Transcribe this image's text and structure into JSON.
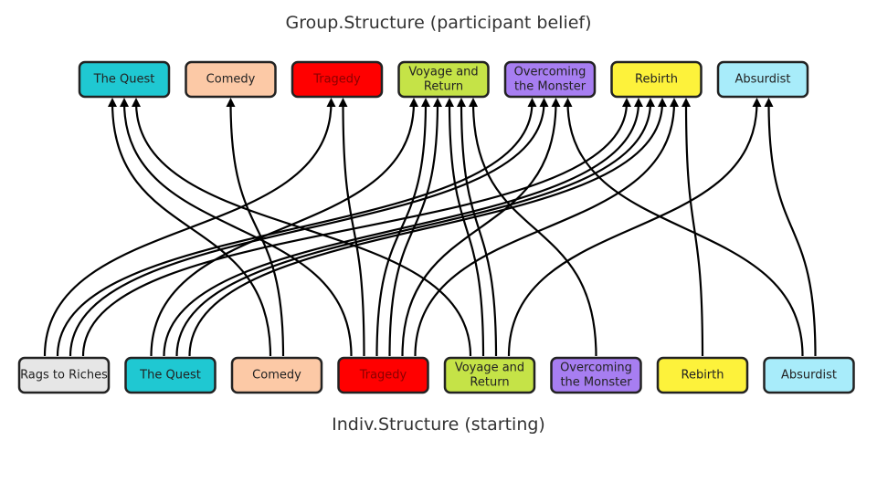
{
  "top_title": "Group.Structure (participant belief)",
  "bottom_title": "Indiv.Structure (starting)",
  "top_nodes": [
    {
      "id": "quest",
      "lines": [
        "The Quest"
      ],
      "fill": "#1fc8d2",
      "text_color": "#222222"
    },
    {
      "id": "comedy",
      "lines": [
        "Comedy"
      ],
      "fill": "#fcc9a6",
      "text_color": "#222222"
    },
    {
      "id": "tragedy",
      "lines": [
        "Tragedy"
      ],
      "fill": "#ff0000",
      "text_color": "#8b0000"
    },
    {
      "id": "voyage",
      "lines": [
        "Voyage and",
        "Return"
      ],
      "fill": "#c5e347",
      "text_color": "#222222"
    },
    {
      "id": "monster",
      "lines": [
        "Overcoming",
        "the Monster"
      ],
      "fill": "#a77ef1",
      "text_color": "#222222"
    },
    {
      "id": "rebirth",
      "lines": [
        "Rebirth"
      ],
      "fill": "#fdf23b",
      "text_color": "#222222"
    },
    {
      "id": "absurdist",
      "lines": [
        "Absurdist"
      ],
      "fill": "#a8ecfa",
      "text_color": "#222222"
    }
  ],
  "bottom_nodes": [
    {
      "id": "rags",
      "lines": [
        "Rags to Riches"
      ],
      "fill": "#e6e6e6",
      "text_color": "#222222"
    },
    {
      "id": "quest",
      "lines": [
        "The Quest"
      ],
      "fill": "#1fc8d2",
      "text_color": "#222222"
    },
    {
      "id": "comedy",
      "lines": [
        "Comedy"
      ],
      "fill": "#fcc9a6",
      "text_color": "#222222"
    },
    {
      "id": "tragedy",
      "lines": [
        "Tragedy"
      ],
      "fill": "#ff0000",
      "text_color": "#8b0000"
    },
    {
      "id": "voyage",
      "lines": [
        "Voyage and",
        "Return"
      ],
      "fill": "#c5e347",
      "text_color": "#222222"
    },
    {
      "id": "monster",
      "lines": [
        "Overcoming",
        "the Monster"
      ],
      "fill": "#a77ef1",
      "text_color": "#222222"
    },
    {
      "id": "rebirth",
      "lines": [
        "Rebirth"
      ],
      "fill": "#fdf23b",
      "text_color": "#222222"
    },
    {
      "id": "absurdist",
      "lines": [
        "Absurdist"
      ],
      "fill": "#a8ecfa",
      "text_color": "#222222"
    }
  ],
  "edges": [
    {
      "from": "rags",
      "to": "tragedy"
    },
    {
      "from": "rags",
      "to": "monster"
    },
    {
      "from": "rags",
      "to": "monster"
    },
    {
      "from": "rags",
      "to": "rebirth"
    },
    {
      "from": "quest",
      "to": "voyage"
    },
    {
      "from": "quest",
      "to": "rebirth"
    },
    {
      "from": "quest",
      "to": "rebirth"
    },
    {
      "from": "quest",
      "to": "rebirth"
    },
    {
      "from": "comedy",
      "to": "quest"
    },
    {
      "from": "comedy",
      "to": "comedy"
    },
    {
      "from": "tragedy",
      "to": "quest"
    },
    {
      "from": "tragedy",
      "to": "tragedy"
    },
    {
      "from": "tragedy",
      "to": "voyage"
    },
    {
      "from": "tragedy",
      "to": "voyage"
    },
    {
      "from": "tragedy",
      "to": "monster"
    },
    {
      "from": "tragedy",
      "to": "rebirth"
    },
    {
      "from": "voyage",
      "to": "quest"
    },
    {
      "from": "voyage",
      "to": "voyage"
    },
    {
      "from": "voyage",
      "to": "voyage"
    },
    {
      "from": "voyage",
      "to": "absurdist"
    },
    {
      "from": "monster",
      "to": "voyage"
    },
    {
      "from": "rebirth",
      "to": "rebirth"
    },
    {
      "from": "absurdist",
      "to": "monster"
    },
    {
      "from": "absurdist",
      "to": "absurdist"
    }
  ]
}
